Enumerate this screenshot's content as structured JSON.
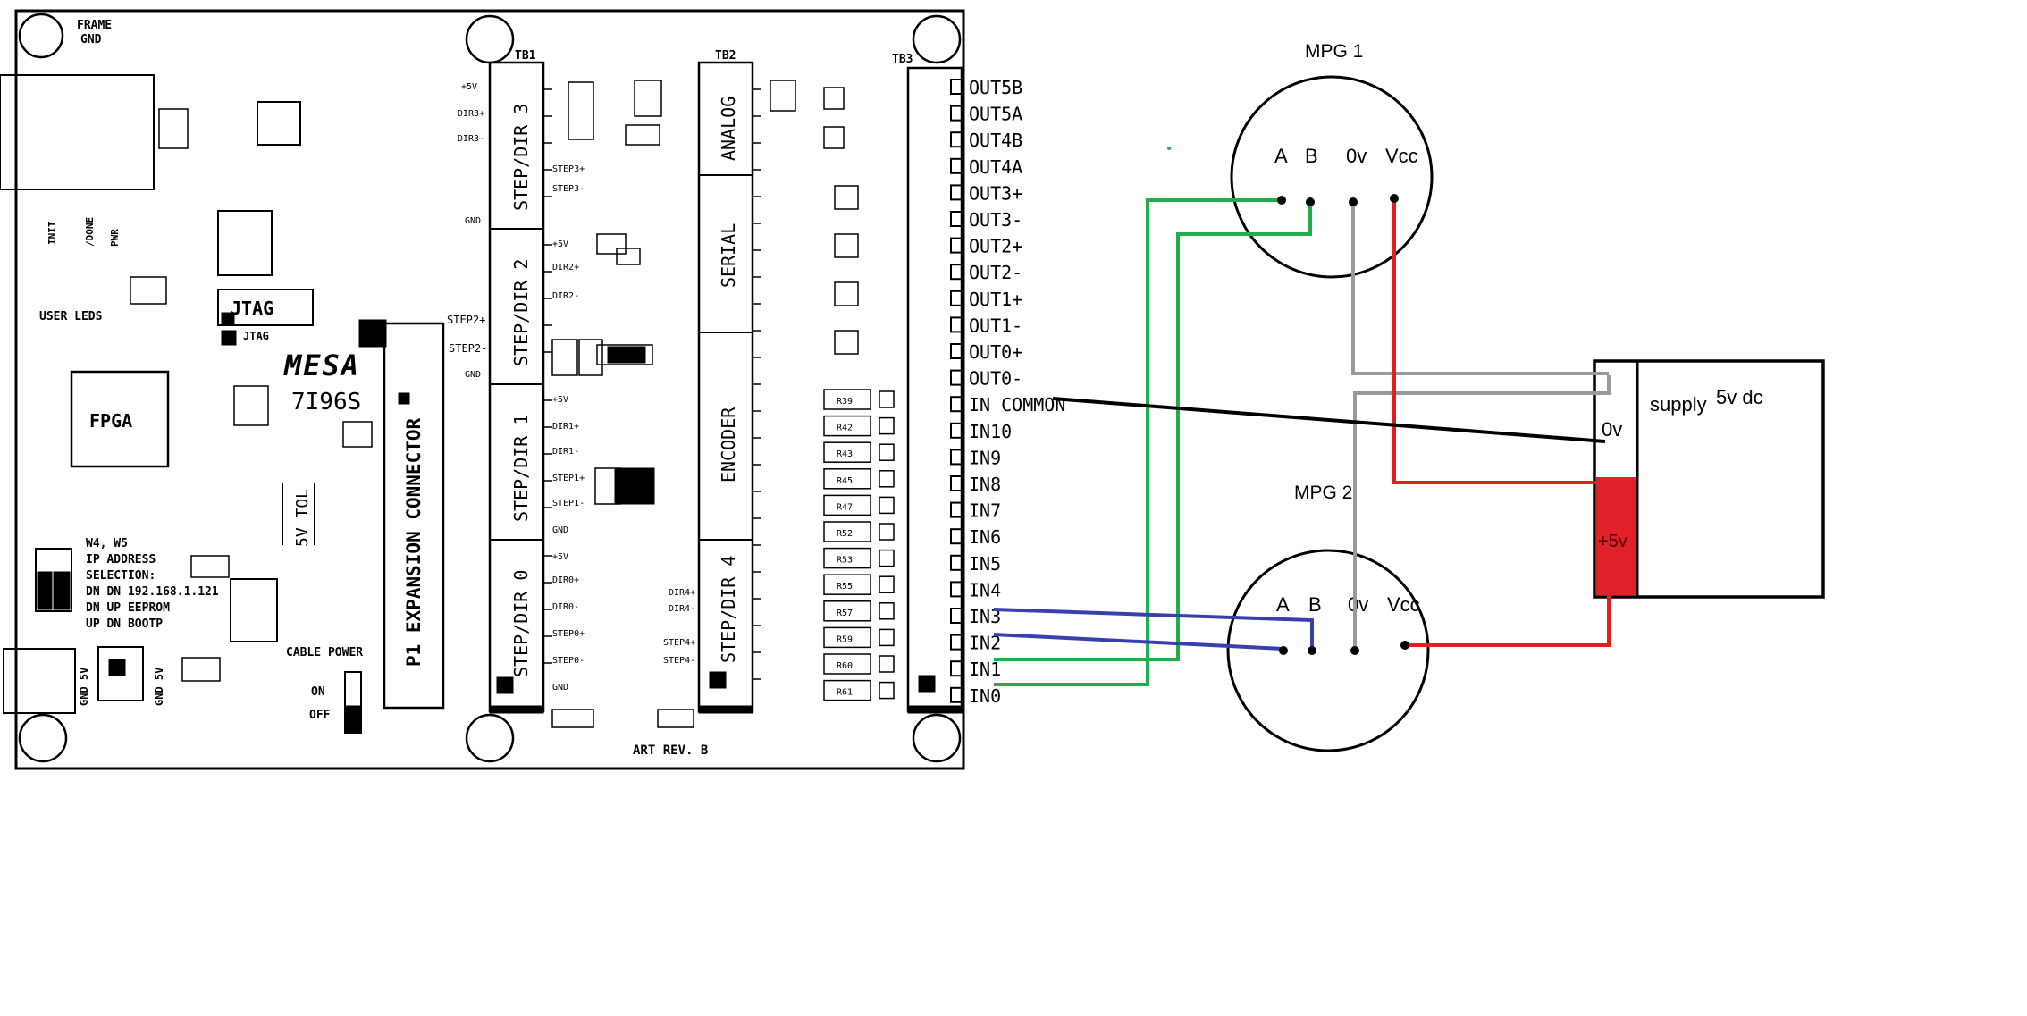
{
  "board": {
    "model": "7I96S",
    "brand": "MESA",
    "art_rev": "ART REV. B",
    "frame_gnd": [
      "FRAME",
      "GND"
    ],
    "fpga": "FPGA",
    "jtag": "JTAG",
    "jtag_small": "JTAG",
    "user_leds": "USER LEDS",
    "tol": "5V TOL",
    "expansion": "P1 EXPANSION CONNECTOR",
    "cable_power": "CABLE POWER",
    "on": "ON",
    "off": "OFF",
    "gnd_5v": "GND 5V",
    "gnd_5v_b": "GND 5V",
    "ip_lines": [
      "W4, W5",
      "IP ADDRESS",
      "SELECTION:",
      "DN DN 192.168.1.121",
      "DN UP EEPROM",
      "UP DN BOOTP"
    ],
    "status_leds": [
      "INIT",
      "/DONE",
      "PWR"
    ],
    "tb1": "TB1",
    "tb2": "TB2",
    "tb3": "TB3",
    "sections_tb1": [
      "STEP/DIR 3",
      "STEP/DIR 2",
      "STEP/DIR 1",
      "STEP/DIR 0"
    ],
    "sections_tb2": [
      "ANALOG",
      "SERIAL",
      "ENCODER",
      "STEP/DIR 4"
    ],
    "tb1_pins": [
      "+5V",
      "DIR3+",
      "DIR3-",
      "GND",
      "STEP2+",
      "STEP2-",
      "GND"
    ],
    "mid_pins": [
      "STEP3+",
      "STEP3-",
      "+5V",
      "DIR2+",
      "DIR2-",
      "+5V",
      "DIR1+",
      "DIR1-",
      "STEP1+",
      "STEP1-",
      "GND",
      "+5V",
      "DIR0+",
      "DIR0-",
      "STEP0+",
      "STEP0-",
      "GND"
    ],
    "tb2_pins": [
      "DIR4+",
      "DIR4-",
      "STEP4+",
      "STEP4-"
    ],
    "tb3_pins": [
      "OUT5B",
      "OUT5A",
      "OUT4B",
      "OUT4A",
      "OUT3+",
      "OUT3-",
      "OUT2+",
      "OUT2-",
      "OUT1+",
      "OUT1-",
      "OUT0+",
      "OUT0-",
      "IN COMMON",
      "IN10",
      "IN9",
      "IN8",
      "IN7",
      "IN6",
      "IN5",
      "IN4",
      "IN3",
      "IN2",
      "IN1",
      "IN0"
    ],
    "resistors": [
      "R39",
      "R42",
      "R43",
      "R45",
      "R47",
      "R52",
      "R53",
      "R55",
      "R57",
      "R59",
      "R60",
      "R61"
    ]
  },
  "mpg1": {
    "title": "MPG 1",
    "pins": [
      "A",
      "B",
      "0v",
      "Vcc"
    ]
  },
  "mpg2": {
    "title": "MPG 2",
    "pins": [
      "A",
      "B",
      "0v",
      "Vcc"
    ]
  },
  "supply": {
    "label": "supply",
    "rating": "5v dc",
    "neg": "0v",
    "pos": "+5v"
  },
  "colors": {
    "green": "#1fae4b",
    "blue": "#3a3fb0",
    "red": "#e02020",
    "gray": "#9a9a9a",
    "black": "#000000",
    "supply_fill": "#e0202a"
  }
}
